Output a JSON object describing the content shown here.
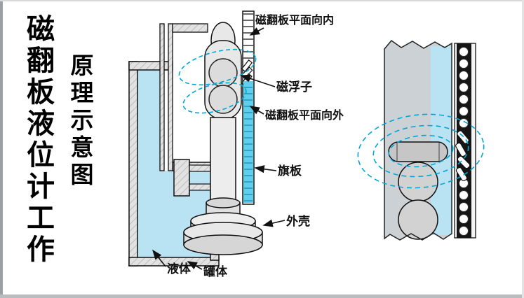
{
  "title": {
    "main": "磁翻板液位计工作",
    "sub": "原理示意图"
  },
  "labels": {
    "flap_inward": "磁翻板平面向内",
    "float": "磁浮子",
    "flap_outward": "磁翻板平面向外",
    "flag_plate": "旗板",
    "shell": "外壳",
    "liquid": "液体",
    "tank_body": "罐体"
  },
  "colors": {
    "liquid_fill": "#b9e2f2",
    "flap_fill": "#5ecfec",
    "field_line": "#00a7d6",
    "metal_light": "#e6e6e6",
    "strip_black": "#151515",
    "outline": "#111111"
  }
}
